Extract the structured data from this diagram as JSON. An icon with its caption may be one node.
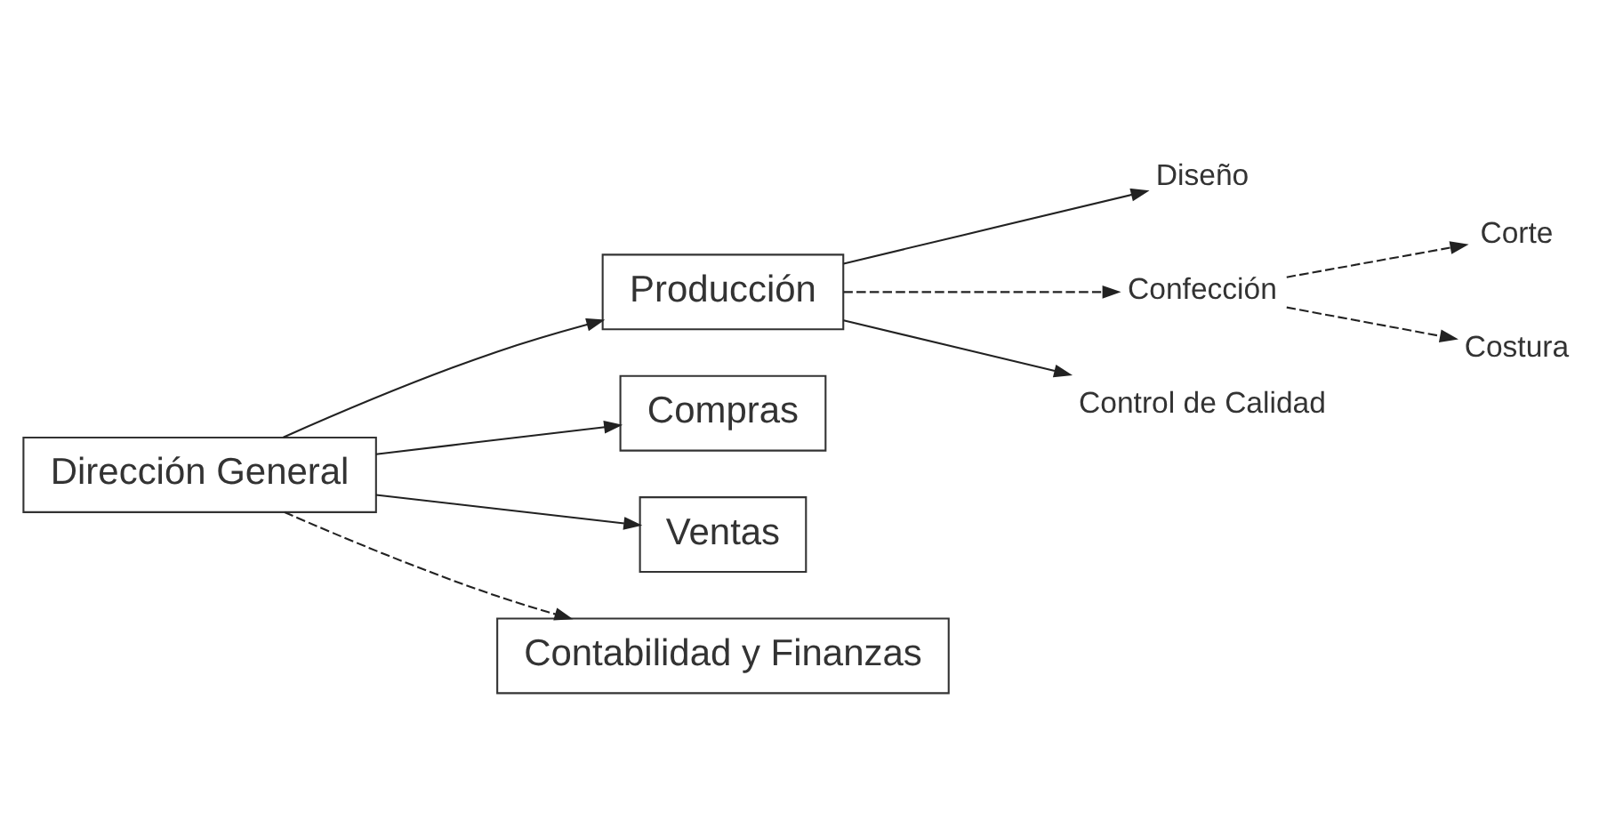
{
  "diagram": {
    "nodes": [
      {
        "text": [
          "Dirección General"
        ]
      },
      {
        "text": [
          "Producción"
        ]
      },
      {
        "text": [
          "Diseño"
        ]
      },
      {
        "text": [
          "Confección"
        ]
      },
      {
        "text": [
          "Corte"
        ]
      },
      {
        "text": [
          "Costura"
        ]
      },
      {
        "text": [
          "Control de Calidad"
        ]
      },
      {
        "text": [
          "Compras"
        ]
      },
      {
        "text": [
          "Ventas"
        ]
      },
      {
        "text": [
          "Contabilidad y Finanzas"
        ]
      }
    ],
    "edges": [
      {
        "from": 0,
        "to": 1,
        "arrow": "to"
      },
      {
        "from": 0,
        "to": 7,
        "arrow": "to"
      },
      {
        "from": 0,
        "to": 8,
        "arrow": "to"
      },
      {
        "from": 0,
        "to": 9,
        "arrow": "to",
        "style": "dashed"
      },
      {
        "from": 1,
        "to": 2,
        "arrow": "to"
      },
      {
        "from": 1,
        "to": 3,
        "arrow": "to",
        "style": "dashed"
      },
      {
        "from": 1,
        "to": 6,
        "arrow": "to"
      },
      {
        "from": 3,
        "to": 4,
        "arrow": "to",
        "style": "dashed"
      },
      {
        "from": 3,
        "to": 5,
        "arrow": "to",
        "style": "dashed"
      }
    ]
  }
}
